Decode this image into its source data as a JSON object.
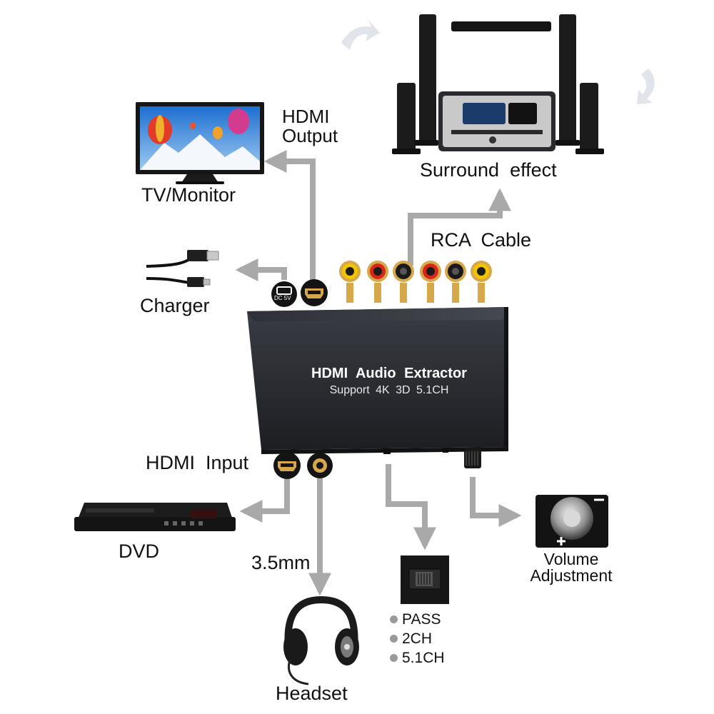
{
  "device": {
    "title": "HDMI Audio Extractor",
    "subtitle": "Support 4K 3D 5.1CH"
  },
  "labels": {
    "hdmi_output": "HDMI\nOutput",
    "tv_monitor": "TV/Monitor",
    "charger": "Charger",
    "dc_port": "DC 5V",
    "rca_cable": "RCA  Cable",
    "surround_effect": "Surround  effect",
    "hdmi_input": "HDMI  Input",
    "dvd": "DVD",
    "jack_35": "3.5mm",
    "headset": "Headset",
    "volume": "Volume\nAdjustment"
  },
  "mode_options": [
    "PASS",
    "2CH",
    "5.1CH"
  ],
  "colors": {
    "arrow": "#a9a9a9",
    "device_body": "#25272c",
    "rca_yellow": "#f2c500",
    "rca_red": "#d8261a",
    "rca_black": "#1a1a1a",
    "gold": "#d7a84a"
  }
}
